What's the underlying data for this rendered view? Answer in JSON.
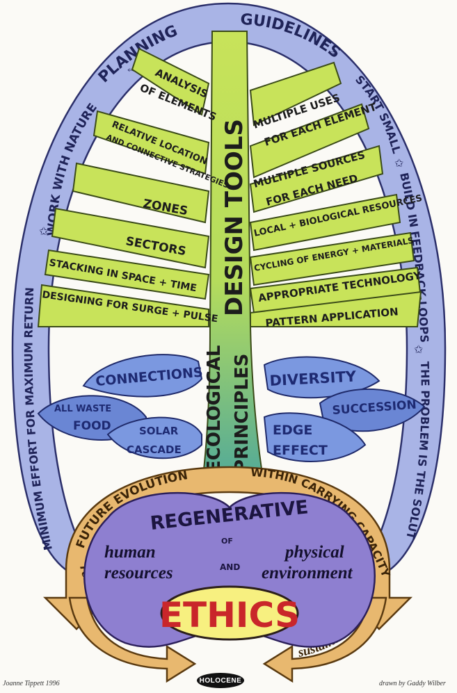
{
  "outer_ring": {
    "top_left": "PLANNING",
    "top_right": "GUIDELINES",
    "left_1": "WORK WITH NATURE",
    "left_2": "MINIMUM EFFORT FOR MAXIMUM RETURN",
    "right_1": "START SMALL",
    "right_2": "BUILD IN FEEDBACK LOOPS",
    "right_3": "THE PROBLEM IS THE SOLUTION"
  },
  "trunk": {
    "upper_label": "DESIGN TOOLS",
    "lower_label_1": "ECOLOGICAL",
    "lower_label_2": "PRINCIPLES"
  },
  "left_branches": [
    {
      "line1": "ANALYSIS",
      "line2": "OF ELEMENTS"
    },
    {
      "line1": "RELATIVE LOCATION",
      "line2": "AND CONNECTIVE STRATEGIES"
    },
    {
      "line1": "ZONES",
      "line2": ""
    },
    {
      "line1": "SECTORS",
      "line2": ""
    },
    {
      "line1": "STACKING IN SPACE + TIME",
      "line2": ""
    },
    {
      "line1": "DESIGNING FOR SURGE + PULSE",
      "line2": ""
    }
  ],
  "right_branches": [
    {
      "line1": "MULTIPLE USES",
      "line2": "FOR EACH ELEMENT"
    },
    {
      "line1": "MULTIPLE SOURCES",
      "line2": "FOR EACH NEED"
    },
    {
      "line1": "LOCAL + BIOLOGICAL RESOURCES",
      "line2": ""
    },
    {
      "line1": "CYCLING OF ENERGY + MATERIALS",
      "line2": ""
    },
    {
      "line1": "APPROPRIATE TECHNOLOGY",
      "line2": ""
    },
    {
      "line1": "PATTERN APPLICATION",
      "line2": ""
    }
  ],
  "principles_left": {
    "connections": "CONNECTIONS",
    "waste_1": "ALL WASTE",
    "waste_2": "FOOD",
    "solar_1": "SOLAR",
    "solar_2": "CASCADE"
  },
  "principles_right": {
    "diversity": "DIVERSITY",
    "succession": "SUCCESSION",
    "edge_1": "EDGE",
    "edge_2": "EFFECT"
  },
  "ethics": {
    "arc_left": "FUTURE EVOLUTION",
    "arc_right": "WITHIN CARRYING CAPACITY",
    "regenerative": "REGENERATIVE",
    "of": "OF",
    "human_1": "human",
    "human_2": "resources",
    "and": "AND",
    "physical_1": "physical",
    "physical_2": "environment",
    "ethics": "ETHICS",
    "reinvestment": "reinvestment",
    "sustainable": "sustainable"
  },
  "footer": {
    "signature_left": "Joanne Tippett 1996",
    "logo": "HOLOCENE",
    "signature_right": "drawn by Gaddy Wilber"
  },
  "colors": {
    "ring_fill": "#a9b4e6",
    "tree_fill": "#c8e35a",
    "trunk_low": "#4fa89a",
    "leaf_fill": "#6f8fd9",
    "bowl_fill": "#8e7fd0",
    "arc_fill": "#e8b86f",
    "ethics_fill": "#f7f080",
    "ethics_text": "#c9262a"
  }
}
